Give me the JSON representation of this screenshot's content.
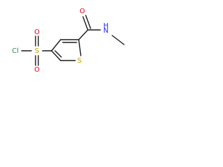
{
  "molecule": {
    "atoms": {
      "chlorine": "Cl",
      "sulfonyl_sulfur": "S",
      "sulfonyl_oxygen_top": "O",
      "sulfonyl_oxygen_bottom": "O",
      "ring_sulfur": "S",
      "carbonyl_oxygen": "O",
      "amide_nitrogen": "N",
      "amide_hydrogen": "H"
    },
    "colors": {
      "bond": "#1a1a1a",
      "chlorine": "#2e8b57",
      "sulfur": "#b8a200",
      "oxygen": "#e0001a",
      "nitrogen": "#2020ff"
    }
  }
}
